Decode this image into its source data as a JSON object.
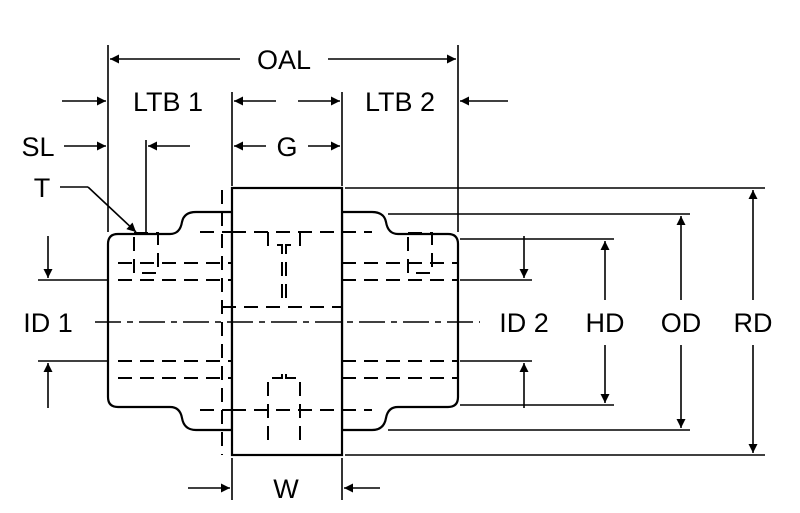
{
  "diagram": {
    "labels": {
      "oal": "OAL",
      "ltb1": "LTB 1",
      "ltb2": "LTB 2",
      "sl": "SL",
      "g": "G",
      "t": "T",
      "id1": "ID 1",
      "id2": "ID 2",
      "hd": "HD",
      "od": "OD",
      "rd": "RD",
      "w": "W"
    },
    "colors": {
      "line": "#000000",
      "background": "#ffffff"
    }
  }
}
